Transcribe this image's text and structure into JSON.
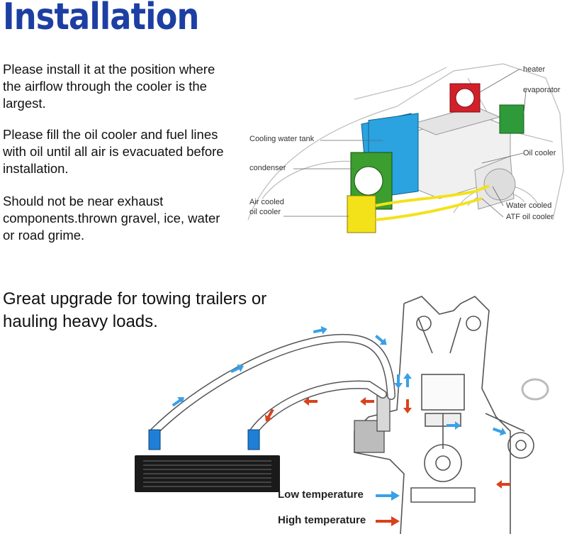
{
  "title": "Installation",
  "paragraphs": [
    "Please install it at the position where the airflow through the cooler is the largest.",
    "Please fill the oil cooler and fuel lines with oil until all air is evacuated before installation.",
    "Should not be near exhaust components.thrown gravel, ice, water or road grime."
  ],
  "tagline": "Great upgrade for towing trailers or hauling heavy loads.",
  "car_labels": {
    "heater": "heater",
    "evaporator": "evaporator",
    "cooling_water_tank": "Cooling water tank",
    "oil_cooler": "Oil cooler",
    "condenser": "condenser",
    "air_cooled_1": "Air cooled",
    "air_cooled_2": "oil cooler",
    "water_cooled": "Water cooled",
    "atf_oil_cooler": "ATF oil cooler"
  },
  "legend": {
    "low": "Low temperature",
    "high": "High temperature",
    "low_color": "#3aa0e6",
    "high_color": "#d9421c"
  },
  "colors": {
    "title": "#1d3fa3",
    "heater": "#d2202a",
    "evaporator": "#2f9a3a",
    "condenser": "#3b9e2e",
    "water_tank": "#2aa3e0",
    "oil_line": "#f3e21a",
    "cooler_blue": "#1f7fd6"
  }
}
